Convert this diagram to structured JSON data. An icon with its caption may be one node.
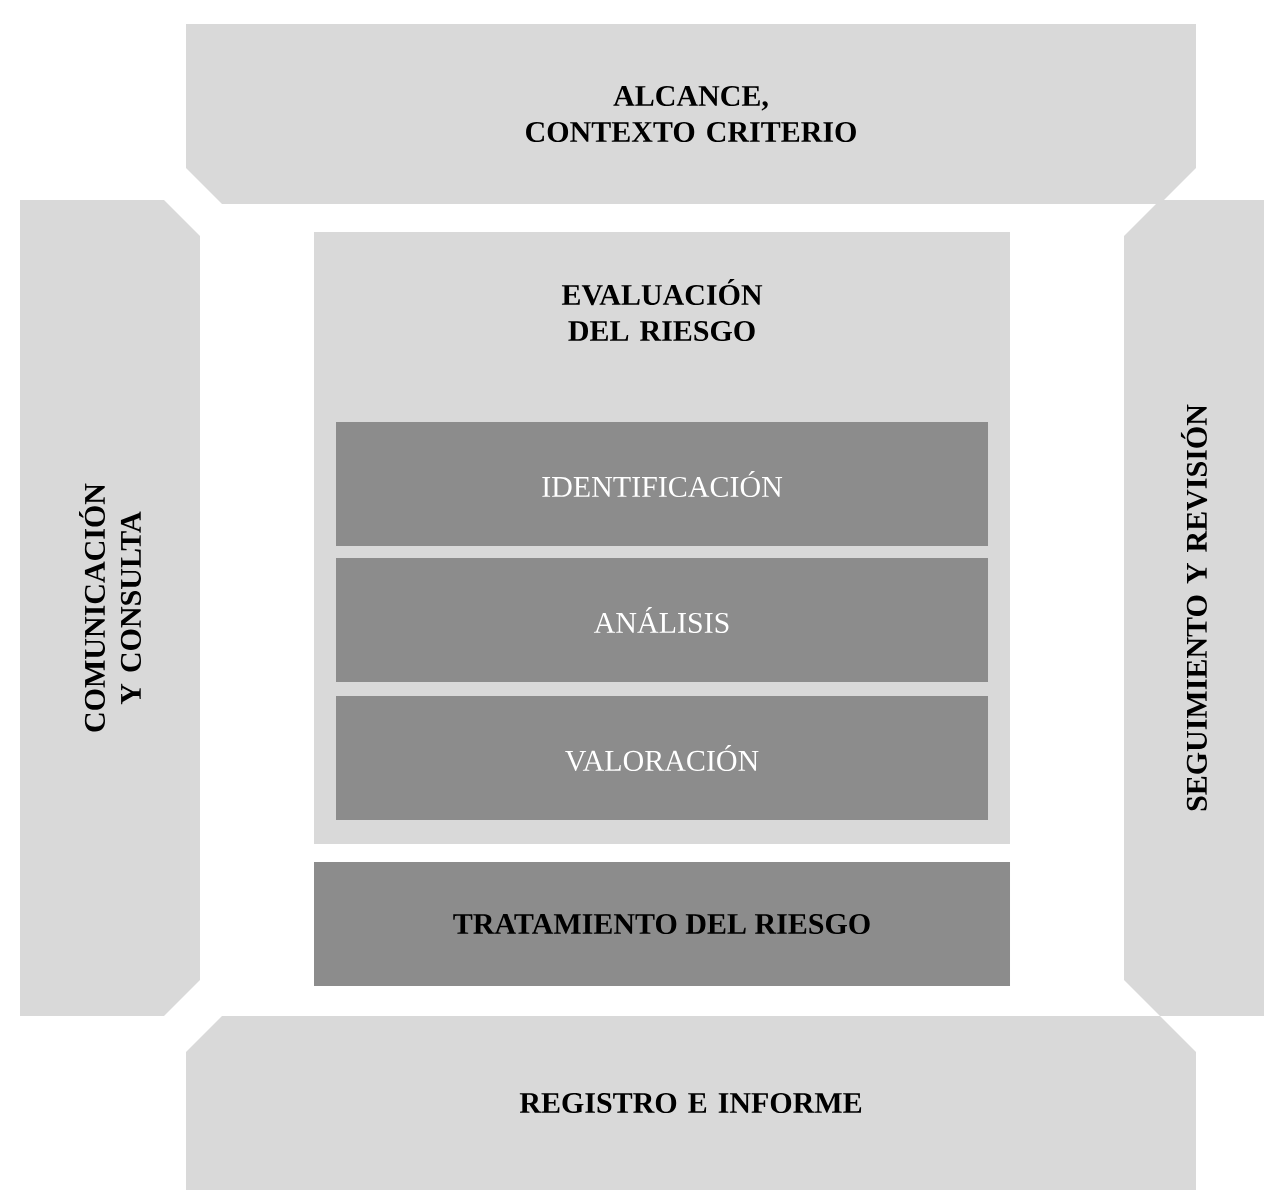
{
  "diagram": {
    "nodes": [
      {
        "text": [
          "ALCANCE, CONTEXTO CRITERIO"
        ]
      },
      {
        "text": [
          "COMUNICACIÓN Y CONSULTA"
        ]
      },
      {
        "text": [
          "EVALUACIÓN DEL RIESGO"
        ]
      },
      {
        "text": [
          "IDENTIFICACIÓN"
        ],
        "in": 2
      },
      {
        "text": [
          "ANÁLISIS"
        ],
        "in": 2
      },
      {
        "text": [
          "VALORACIÓN"
        ],
        "in": 2
      },
      {
        "text": [
          "TRATAMIENTO DEL RIESGO"
        ]
      },
      {
        "text": [
          "SEGUIMIENTO Y REVISIÓN"
        ]
      },
      {
        "text": [
          "REGISTRO E INFORME"
        ]
      }
    ]
  }
}
